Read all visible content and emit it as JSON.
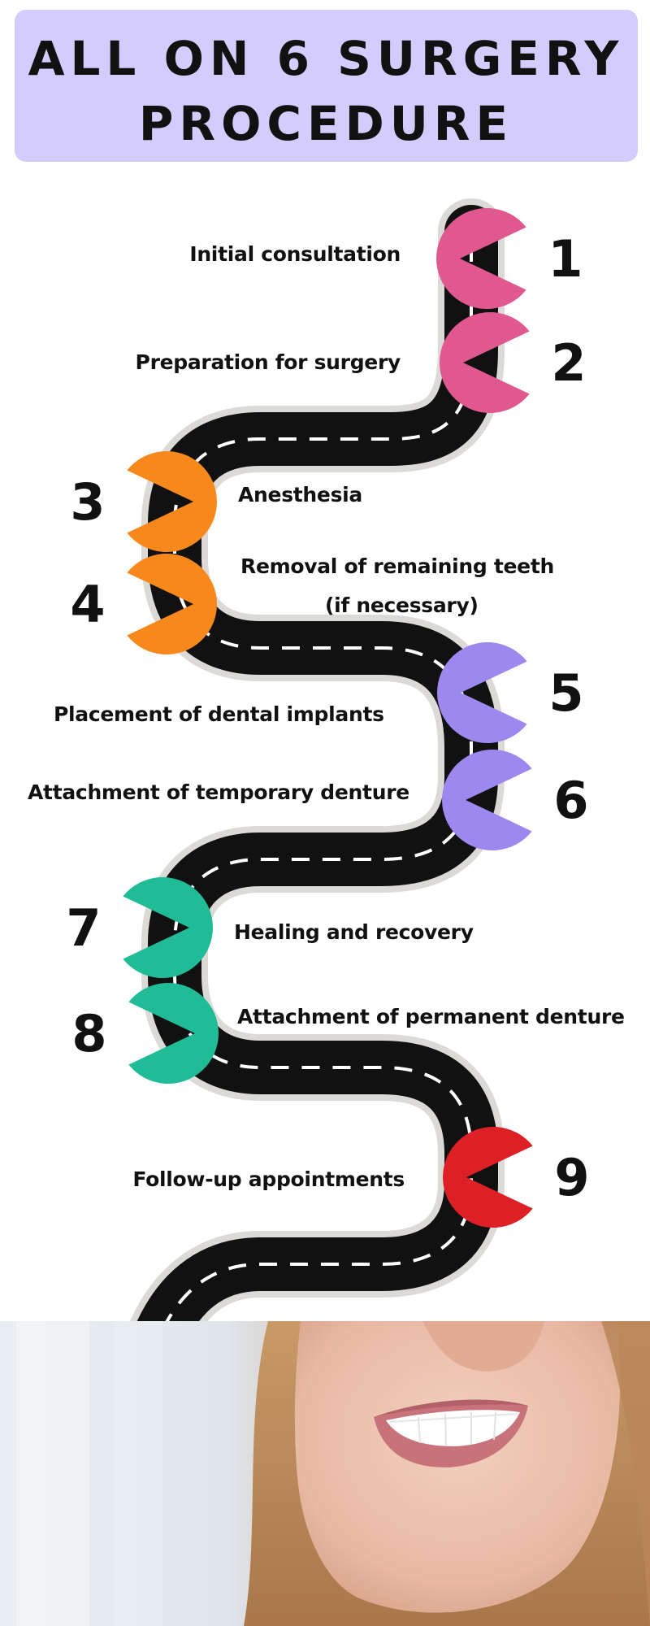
{
  "title": {
    "line1": "ALL ON 6 SURGERY",
    "line2": "PROCEDURE"
  },
  "steps": [
    {
      "number": "1",
      "label": "Initial consultation",
      "color": "#e0588f"
    },
    {
      "number": "2",
      "label": "Preparation for surgery",
      "color": "#e0588f"
    },
    {
      "number": "3",
      "label": "Anesthesia",
      "color": "#f7881c"
    },
    {
      "number": "4",
      "label": "Removal of remaining teeth",
      "label2": "(if necessary)",
      "color": "#f7881c"
    },
    {
      "number": "5",
      "label": "Placement of dental implants",
      "color": "#9c88ee"
    },
    {
      "number": "6",
      "label": "Attachment of temporary denture",
      "color": "#9c88ee"
    },
    {
      "number": "7",
      "label": "Healing and recovery",
      "color": "#1fbc97"
    },
    {
      "number": "8",
      "label": "Attachment of permanent denture",
      "color": "#1fbc97"
    },
    {
      "number": "9",
      "label": "Follow-up appointments",
      "color": "#dd2026"
    }
  ],
  "colors": {
    "title_background": "#d4ccfd",
    "road": "#111111",
    "road_dashes": "#ffffff"
  },
  "photo": {
    "subject": "smiling woman"
  }
}
